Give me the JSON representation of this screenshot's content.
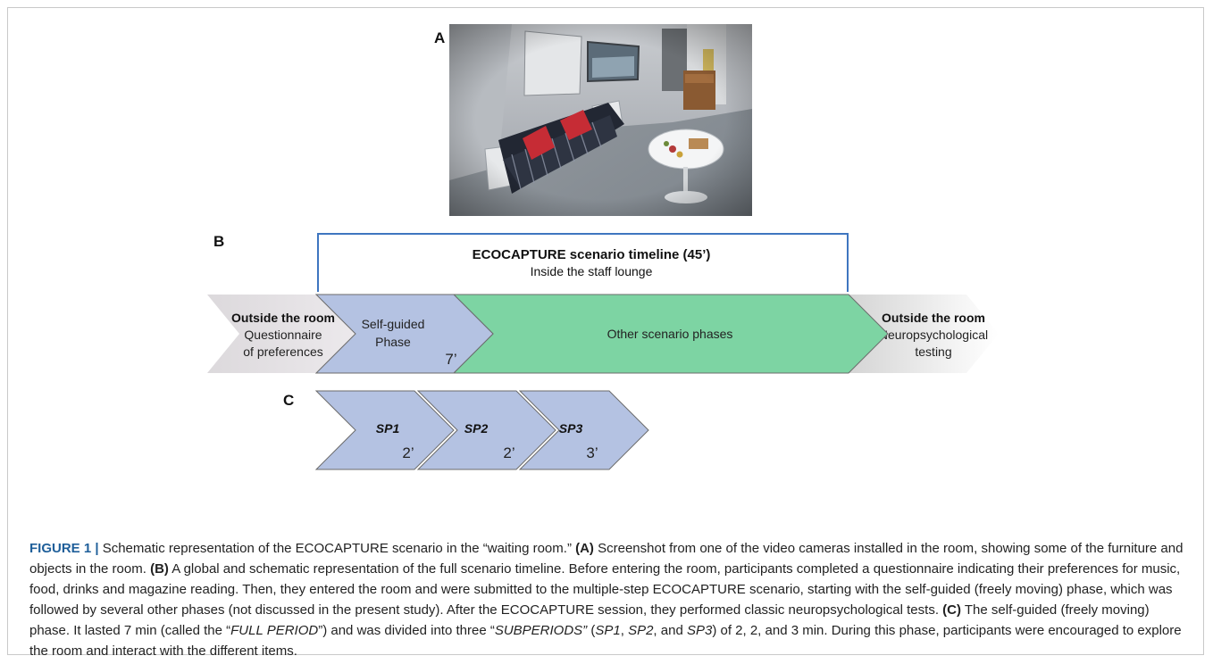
{
  "panel_labels": {
    "a": "A",
    "b": "B",
    "c": "C"
  },
  "timeline": {
    "title": "ECOCAPTURE scenario timeline (45’)",
    "subtitle": "Inside the staff lounge",
    "outside_before": {
      "title": "Outside the room",
      "line1": "Questionnaire",
      "line2": "of preferences"
    },
    "self_guided": {
      "line1": "Self-guided",
      "line2": "Phase",
      "duration": "7’"
    },
    "other_phases": "Other scenario phases",
    "outside_after": {
      "title": "Outside the room",
      "line1": "Neuropsychological",
      "line2": "testing"
    }
  },
  "subperiods": [
    {
      "label": "SP1",
      "duration": "2’"
    },
    {
      "label": "SP2",
      "duration": "2’"
    },
    {
      "label": "SP3",
      "duration": "3’"
    }
  ],
  "caption": {
    "label": "FIGURE 1 |",
    "intro": " Schematic representation of the ECOCAPTURE scenario in the “waiting room.” ",
    "a_ref": "(A)",
    "a_text": " Screenshot from one of the video cameras installed in the room, showing some of the furniture and objects in the room. ",
    "b_ref": "(B)",
    "b_text": " A global and schematic representation of the full scenario timeline. Before entering the room, participants completed a questionnaire indicating their preferences for music, food, drinks and magazine reading. Then, they entered the room and were submitted to the multiple-step ECOCAPTURE scenario, starting with the self-guided (freely moving) phase, which was followed by several other phases (not discussed in the present study). After the ECOCAPTURE session, they performed classic neuropsychological tests. ",
    "c_ref": "(C)",
    "c_text1": " The self-guided (freely moving) phase. It lasted 7 min (called the “",
    "c_full": "FULL PERIOD",
    "c_text2": "”) and was divided into three “",
    "c_sub": "SUBPERIODS”",
    "c_text3": " (",
    "c_sp1": "SP1",
    "c_sep1": ", ",
    "c_sp2": "SP2",
    "c_sep2": ", and ",
    "c_sp3": "SP3",
    "c_text4": ") of 2, 2, and 3 min. During this phase, participants were encouraged to explore the room and interact with the different items."
  },
  "colors": {
    "self_guided_fill": "#b4c2e2",
    "other_phases_fill": "#7dd4a3",
    "bracket": "#3f76c0",
    "caption_label": "#1f5f9a"
  }
}
